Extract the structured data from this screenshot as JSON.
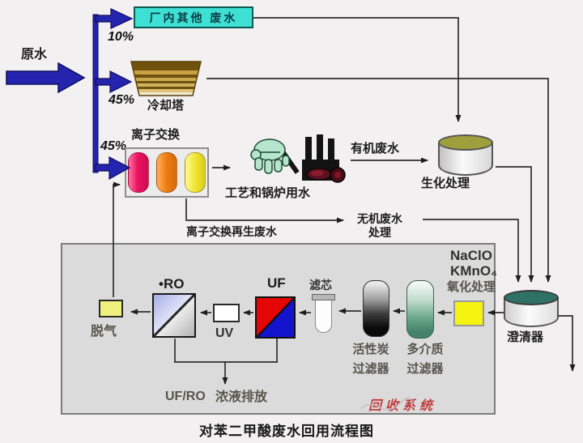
{
  "caption": "对苯二甲酸废水回用流程图",
  "source_label": "原水",
  "splits": {
    "plant_other": "10%",
    "cooling_tower": "45%",
    "ion_exchange": "45%"
  },
  "top": {
    "plant_other_wastewater": "厂内其他 废水",
    "cooling_tower": "冷却塔",
    "ion_exchange": "离子交换",
    "process_boiler_water": "工艺和锅炉用水",
    "organic_wastewater": "有机废水",
    "biochemical_treatment": "生化处理",
    "regen_wastewater": "离子交换再生废水",
    "inorganic_wastewater": "无机废水",
    "inorganic_treatment": "处理"
  },
  "recovery": {
    "degas": "脱气",
    "ro": "•RO",
    "uv": "UV",
    "uf": "UF",
    "cartridge": "滤芯",
    "carbon_filter_line1": "活性炭",
    "carbon_filter_line2": "过滤器",
    "media_filter_line1": "多介质",
    "media_filter_line2": "过滤器",
    "naclo": "NaClO",
    "kmno4": "KMnO₄",
    "oxidation": "氧化处理",
    "system_label": "回收系统",
    "ufro": "UF/RO",
    "concentrate_discharge": "浓液排放"
  },
  "clarifier_label": "澄清器",
  "colors": {
    "accent_blue": "#2424ae",
    "cyan_box": "#3fe0d4",
    "recovery_red": "#c23b3b",
    "capsule_pink": "#e8135f",
    "capsule_orange": "#ec7b12",
    "capsule_yellow": "#ece32b",
    "uf_red": "#e60505",
    "uf_blue": "#1414cf",
    "oxidation_yellow": "#f4f410",
    "clarifier_teal": "#2f7165",
    "biochem_olive": "#9ea03c"
  }
}
